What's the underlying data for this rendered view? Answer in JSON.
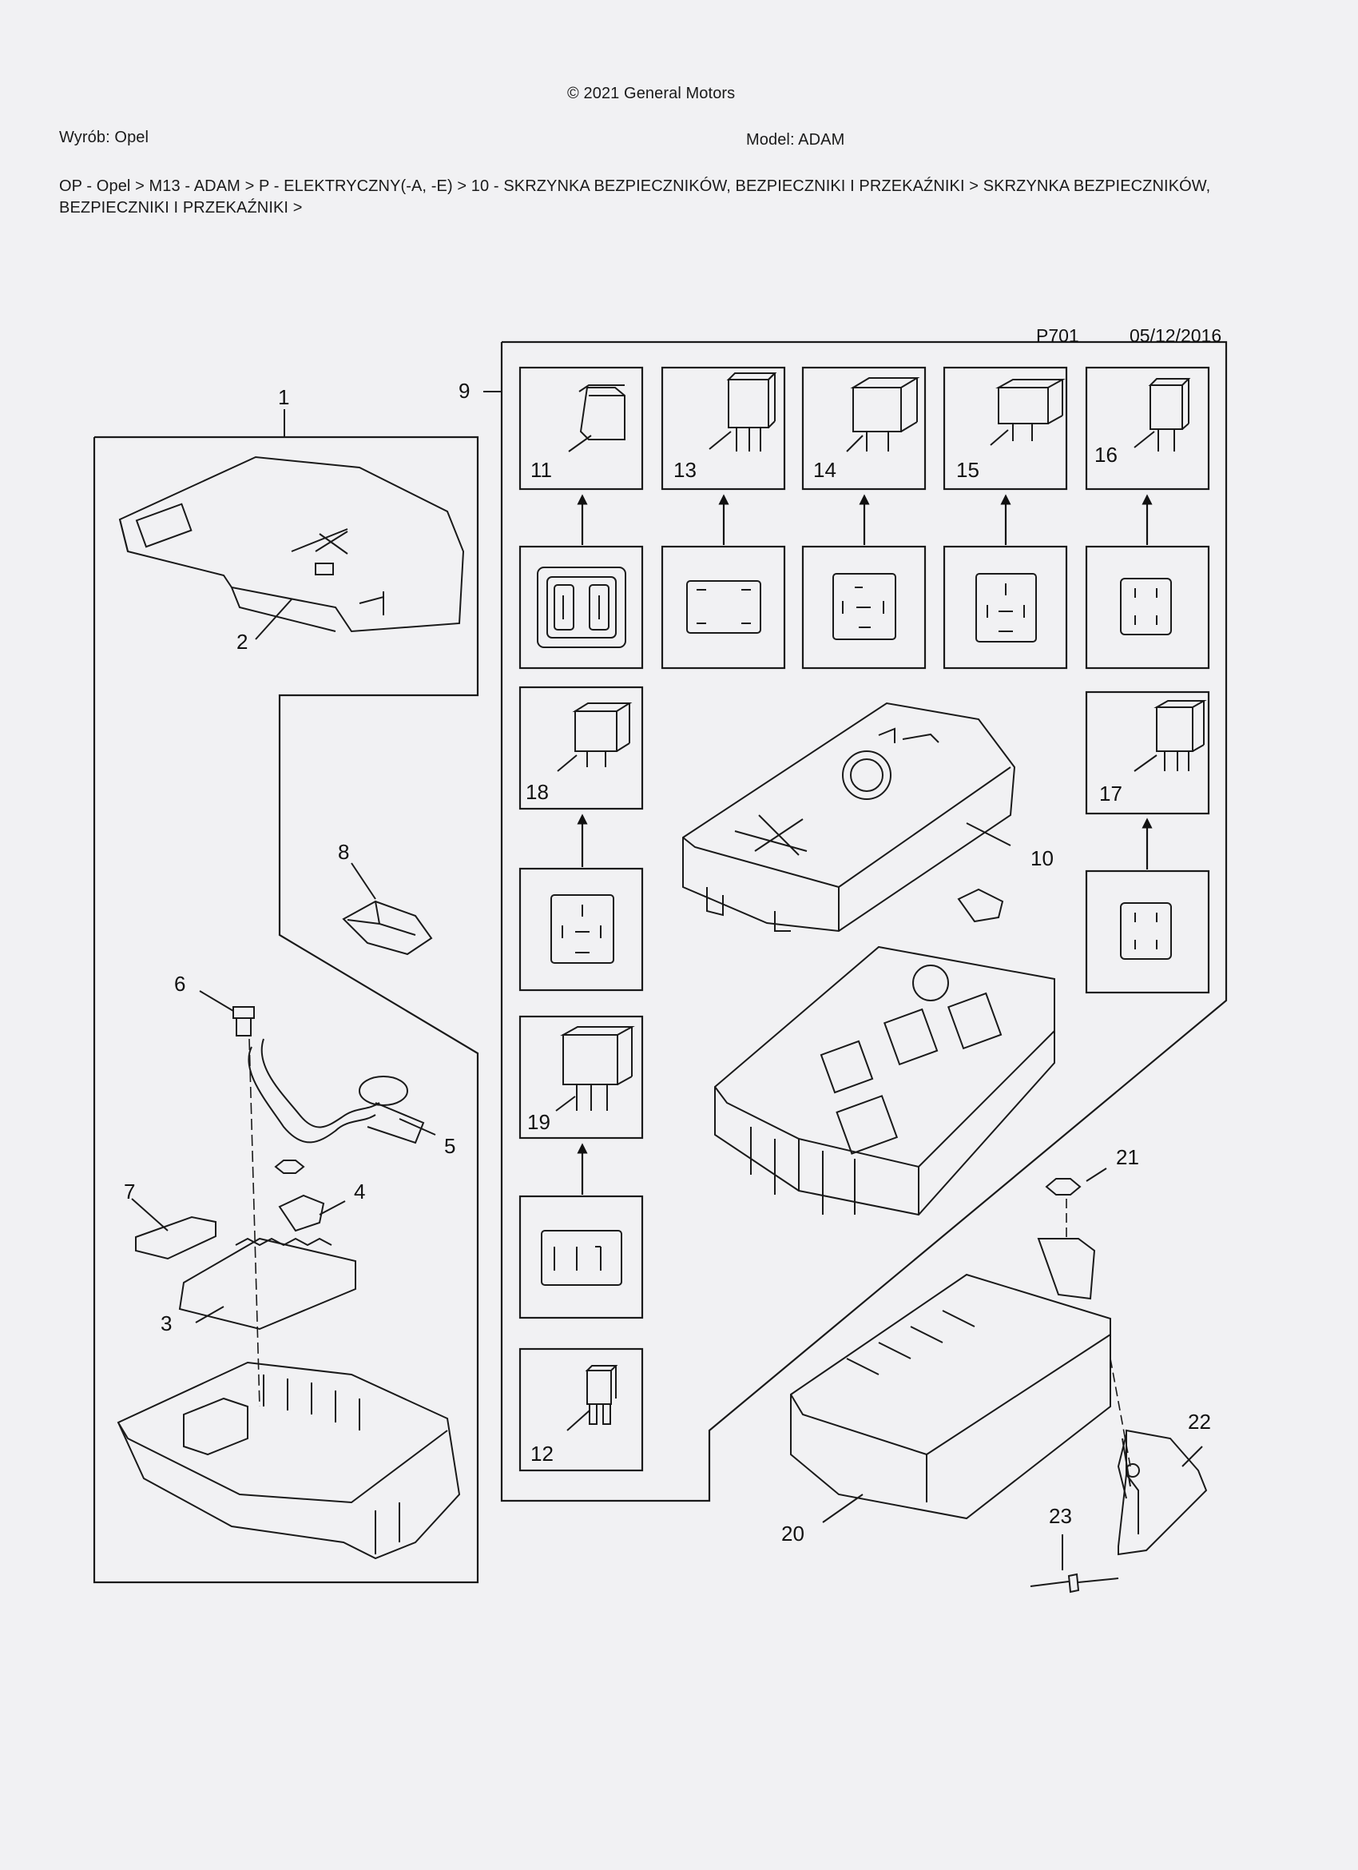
{
  "header": {
    "copyright": "© 2021 General Motors",
    "product": "Wyrób: Opel",
    "model": "Model: ADAM",
    "breadcrumb": "OP - Opel > M13 - ADAM > P - ELEKTRYCZNY(-A, -E) > 10 - SKRZYNKA BEZPIECZNIKÓW, BEZPIECZNIKI I PRZEKAŹNIKI > SKRZYNKA BEZPIECZNIKÓW, BEZPIECZNIKI I PRZEKAŹNIKI >"
  },
  "diagram": {
    "code": "P701",
    "date": "05/12/2016",
    "callouts": {
      "c1": "1",
      "c2": "2",
      "c3": "3",
      "c4": "4",
      "c5": "5",
      "c6": "6",
      "c7": "7",
      "c8": "8",
      "c9": "9",
      "c10": "10",
      "c11": "11",
      "c12": "12",
      "c13": "13",
      "c14": "14",
      "c15": "15",
      "c16": "16",
      "c17": "17",
      "c18": "18",
      "c19": "19",
      "c20": "20",
      "c21": "21",
      "c22": "22",
      "c23": "23"
    }
  }
}
